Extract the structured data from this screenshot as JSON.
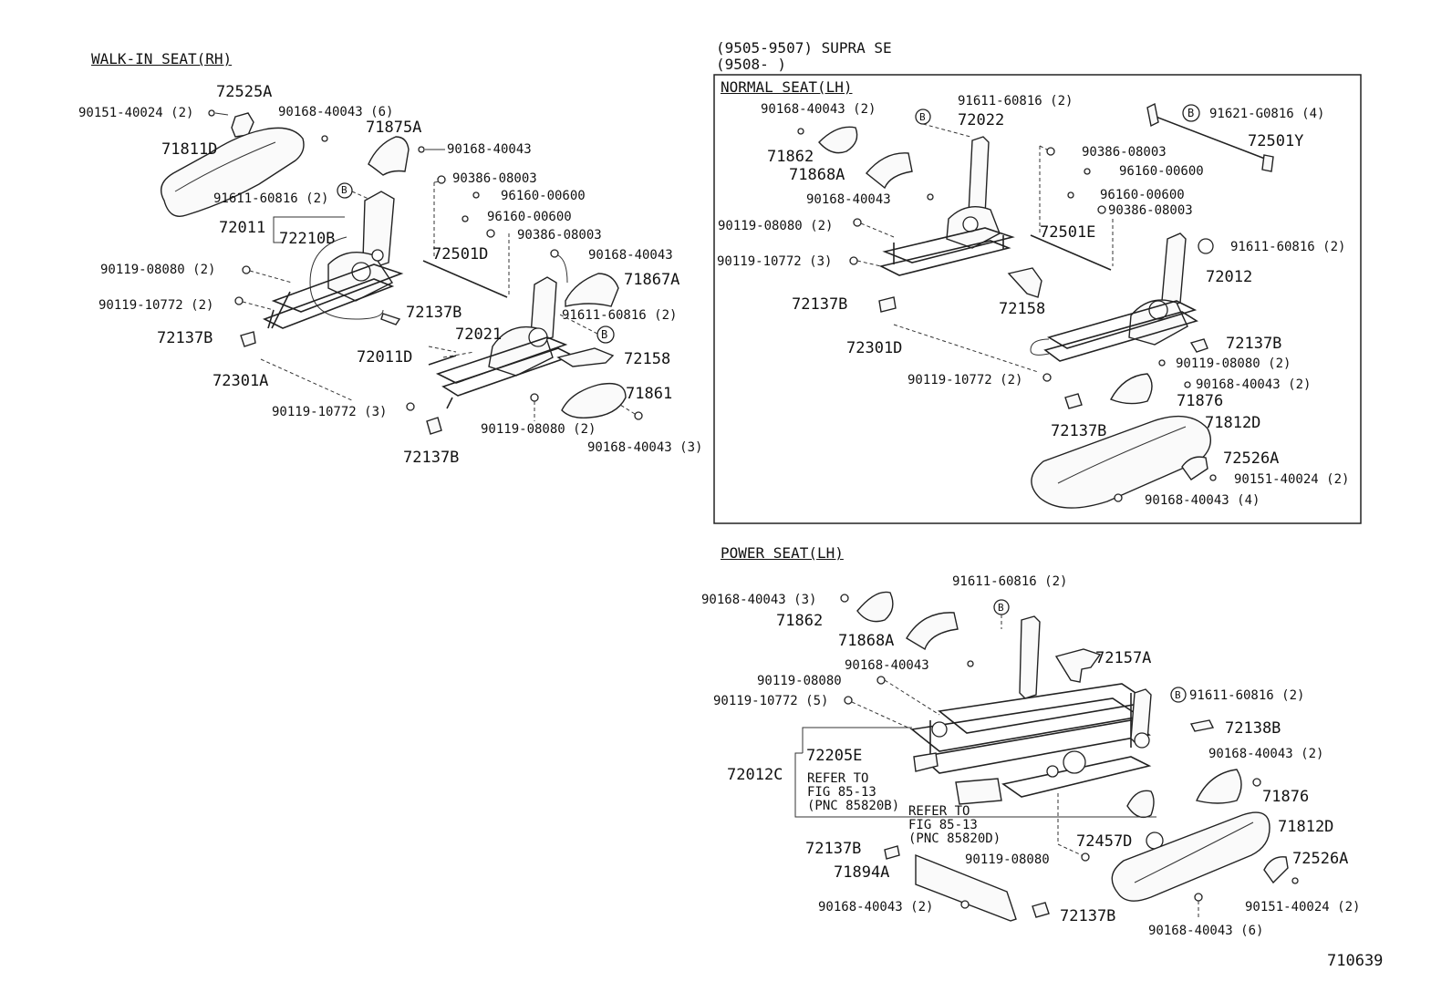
{
  "sections": {
    "walk_in": "WALK-IN SEAT(RH)",
    "supra_line1": "(9505-9507) SUPRA SE",
    "supra_line2": "(9508-      )",
    "normal": "NORMAL SEAT(LH)",
    "power": "POWER SEAT(LH)"
  },
  "walk_in_labels": {
    "p72525A": "72525A",
    "p90151_2": "90151-40024 (2)",
    "p90168_6": "90168-40043 (6)",
    "p71875A": "71875A",
    "p71811D": "71811D",
    "p90168a": "90168-40043",
    "p90386a": "90386-08003",
    "p96160a": "96160-00600",
    "p91611_2": "91611-60816 (2)",
    "p72011": "72011",
    "p72210B": "72210B",
    "p96160b": "96160-00600",
    "p90386b": "90386-08003",
    "p90168b": "90168-40043",
    "p90119_80": "90119-08080 (2)",
    "p72501D": "72501D",
    "p71867A": "71867A",
    "p90119_72": "90119-10772 (2)",
    "p72137B_a": "72137B",
    "p91611_2b": "91611-60816 (2)",
    "p72137B_b": "72137B",
    "p72021": "72021",
    "p72011D": "72011D",
    "p72158": "72158",
    "p72301A": "72301A",
    "p71861": "71861",
    "p90119_72_3": "90119-10772 (3)",
    "p90119_80b": "90119-08080 (2)",
    "p90168_3": "90168-40043 (3)",
    "p72137B_c": "72137B"
  },
  "normal_labels": {
    "p90168_2": "90168-40043 (2)",
    "p91611_2": "91611-60816 (2)",
    "p91621": "91621-G0816 (4)",
    "p72022": "72022",
    "p72501Y": "72501Y",
    "p71862": "71862",
    "p90386a": "90386-08003",
    "p71868A": "71868A",
    "p96160a": "96160-00600",
    "p90168": "90168-40043",
    "p96160b": "96160-00600",
    "p90386b": "90386-08003",
    "p90119_80": "90119-08080 (2)",
    "p72501E": "72501E",
    "p91611_2b": "91611-60816 (2)",
    "p90119_72_3": "90119-10772 (3)",
    "p72012": "72012",
    "p72137B_a": "72137B",
    "p72158": "72158",
    "p72301D": "72301D",
    "p72137B_b": "72137B",
    "p90119_80b": "90119-08080 (2)",
    "p90119_72_2": "90119-10772 (2)",
    "p90168_2b": "90168-40043 (2)",
    "p71876": "71876",
    "p72137B_c": "72137B",
    "p71812D": "71812D",
    "p72526A": "72526A",
    "p90151_2": "90151-40024 (2)",
    "p90168_4": "90168-40043 (4)"
  },
  "power_labels": {
    "p91611_2": "91611-60816 (2)",
    "p90168_3": "90168-40043 (3)",
    "p71862": "71862",
    "p71868A": "71868A",
    "p90168": "90168-40043",
    "p72157A": "72157A",
    "p90119_80": "90119-08080",
    "p90119_72_5": "90119-10772 (5)",
    "p91611_2b": "91611-60816 (2)",
    "p72138B": "72138B",
    "p72205E": "72205E",
    "p72012C": "72012C",
    "p90168_2": "90168-40043 (2)",
    "ref1": "REFER TO\nFIG 85-13\n(PNC 85820B)",
    "ref2": "REFER TO\nFIG 85-13\n(PNC 85820D)",
    "p71876": "71876",
    "p71812D": "71812D",
    "p72457D": "72457D",
    "p90119_80b": "90119-08080",
    "p72137B_a": "72137B",
    "p72526A": "72526A",
    "p71894A": "71894A",
    "p90168_2b": "90168-40043 (2)",
    "p72137B_b": "72137B",
    "p90151_2": "90151-40024 (2)",
    "p90168_6": "90168-40043 (6)"
  },
  "figure_number": "710639",
  "callout_letter": "B"
}
